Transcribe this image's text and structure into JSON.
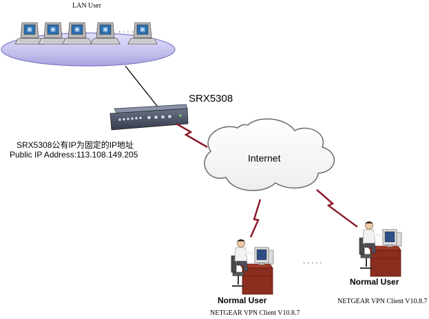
{
  "lan": {
    "label": "LAN User",
    "ellipsis": "· · · ·"
  },
  "router": {
    "name": "SRX5308",
    "ip_note_cn": "SRX5308公有IP为固定的IP地址",
    "public_ip": "Public IP Address:113.108.149.205"
  },
  "internet": {
    "label": "Internet"
  },
  "clients": [
    {
      "title": "Normal User",
      "software": "NETGEAR VPN Client V10.8.7"
    },
    {
      "title": "Normal User",
      "software": "NETGEAR VPN Client V10.8.7"
    }
  ],
  "between_clients": "· · · · ·",
  "colors": {
    "lan_platform": "#c9c6f0",
    "lan_platform_edge": "#7c78c4",
    "cloud_fill": "#ffffff",
    "cloud_edge": "#6a6a6a",
    "vpn_link": "#8b1a2b",
    "lan_link": "#000000",
    "router_body": "#4b5366",
    "desk": "#8b2d1f"
  },
  "icons": [
    "lan-pc-icon",
    "router-icon",
    "cloud-icon",
    "vpn-user-workstation-icon"
  ]
}
